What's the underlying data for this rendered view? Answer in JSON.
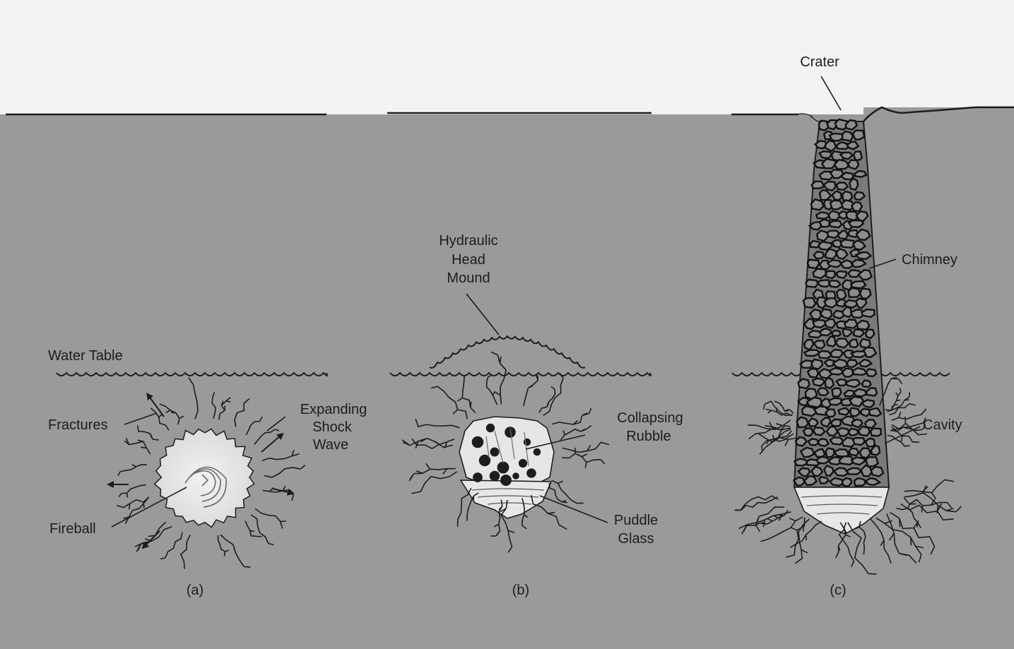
{
  "colors": {
    "sky": "#f3f3f1",
    "ground": "#9a9a98",
    "ink": "#1d1d1d",
    "fireball": "#e9e9e7",
    "rubble_fill": "#6f6f6d",
    "glass": "#e7e7e5"
  },
  "panels": {
    "a": {
      "caption": "(a)",
      "labels": {
        "water_table": "Water Table",
        "fractures": "Fractures",
        "expanding": [
          "Expanding",
          "Shock",
          "Wave"
        ],
        "fireball": "Fireball"
      }
    },
    "b": {
      "caption": "(b)",
      "labels": {
        "hydraulic": [
          "Hydraulic",
          "Head",
          "Mound"
        ],
        "collapsing": [
          "Collapsing",
          "Rubble"
        ],
        "puddle": [
          "Puddle",
          "Glass"
        ]
      }
    },
    "c": {
      "caption": "(c)",
      "labels": {
        "crater": "Crater",
        "chimney": "Chimney",
        "cavity": "Cavity"
      }
    }
  }
}
